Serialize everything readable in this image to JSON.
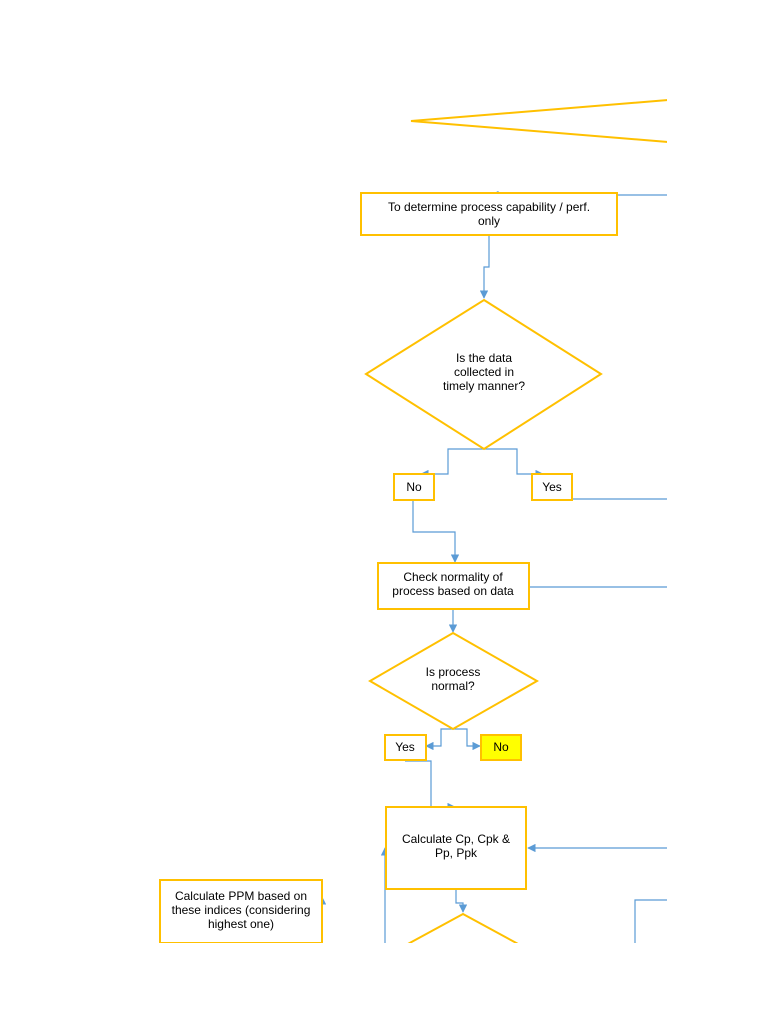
{
  "colors": {
    "shape_stroke": "#ffc000",
    "connector": "#5b9bd5",
    "highlight_fill": "#ffff00",
    "text": "#000000",
    "background": "#ffffff"
  },
  "nodes": {
    "determine": [
      "To determine process capability / perf.",
      "only"
    ],
    "timely_decision": [
      "Is the data",
      "collected in",
      "timely manner?"
    ],
    "no_1": [
      "No"
    ],
    "yes_1": [
      "Yes"
    ],
    "check_normality": [
      "Check normality of",
      "process based on data"
    ],
    "normal_decision": [
      "Is process",
      "normal?"
    ],
    "yes_2": [
      "Yes"
    ],
    "no_2": [
      "No"
    ],
    "calc_indices": [
      "Calculate Cp, Cpk &",
      "Pp, Ppk"
    ],
    "calc_ppm": [
      "Calculate PPM based on",
      "these indices (considering",
      "highest one)"
    ]
  }
}
